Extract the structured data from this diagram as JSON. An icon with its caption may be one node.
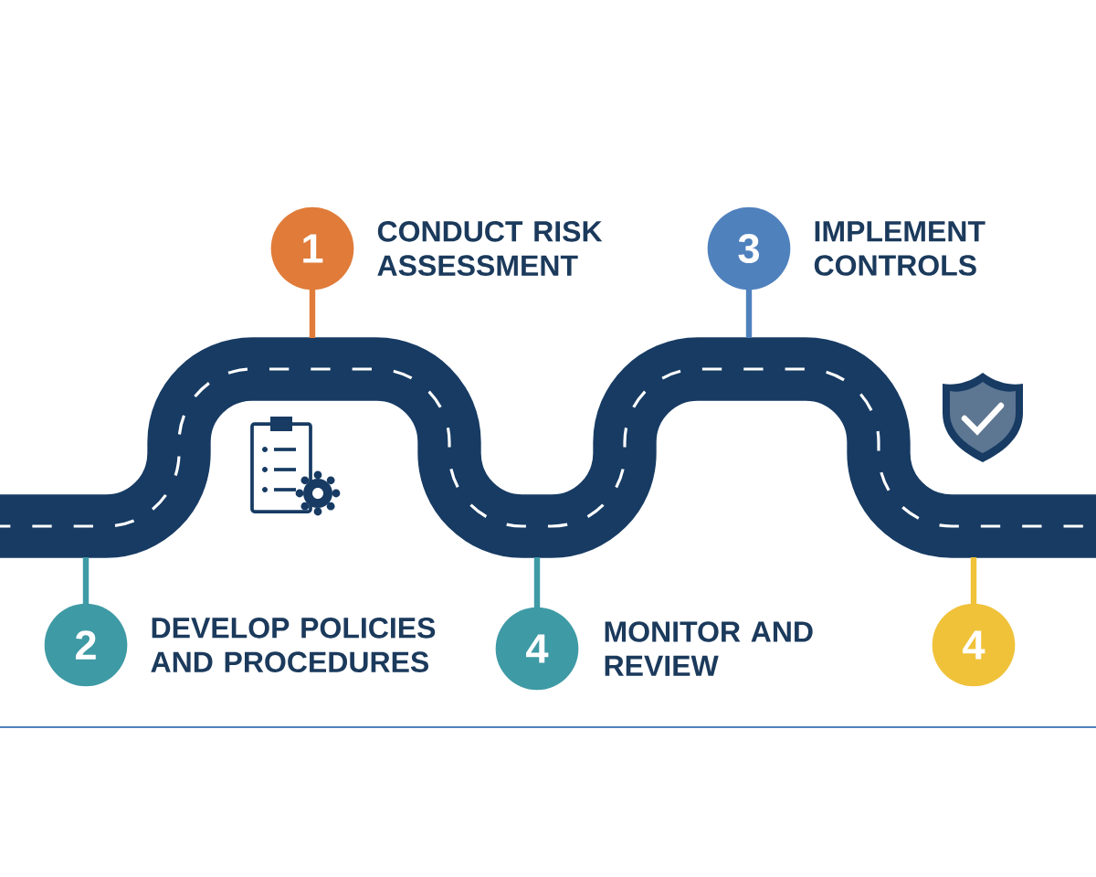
{
  "diagram": {
    "nodes": [
      {
        "text": [
          "1"
        ],
        "beside": [
          "CONDUCT RISK ASSESSMENT"
        ]
      },
      {
        "text": [
          "3"
        ],
        "beside": [
          "IMPLEMENT CONTROLS"
        ]
      },
      {
        "text": [
          "2"
        ],
        "beside": [
          "DEVELOP POLICIES AND PROCEDURES"
        ]
      },
      {
        "text": [
          "4"
        ],
        "beside": [
          "MONITOR AND REVIEW"
        ]
      },
      {
        "text": [
          "4"
        ]
      }
    ]
  }
}
